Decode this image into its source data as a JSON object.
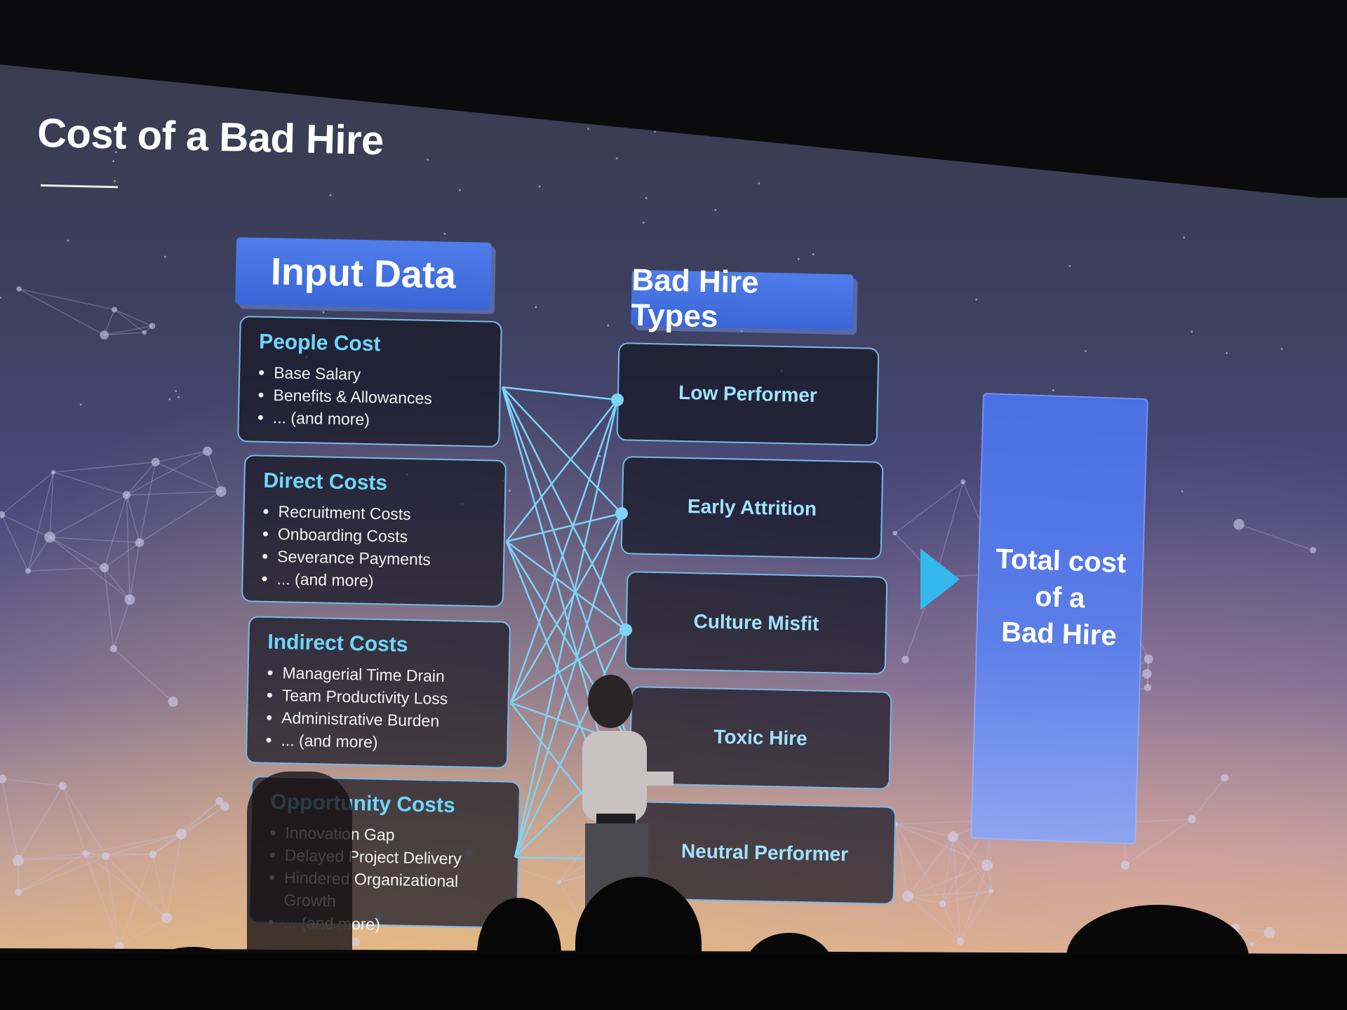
{
  "slide": {
    "title": "Cost of a Bad Hire",
    "input_header": "Input Data",
    "types_header": "Bad Hire Types",
    "input_groups": [
      {
        "title": "People Cost",
        "items": [
          "Base Salary",
          "Benefits & Allowances",
          "... (and more)"
        ]
      },
      {
        "title": "Direct Costs",
        "items": [
          "Recruitment Costs",
          "Onboarding Costs",
          "Severance Payments",
          "... (and more)"
        ]
      },
      {
        "title": "Indirect Costs",
        "items": [
          "Managerial Time Drain",
          "Team Productivity Loss",
          "Administrative Burden",
          "... (and more)"
        ]
      },
      {
        "title": "Opportunity Costs",
        "items": [
          "Innovation Gap",
          "Delayed Project Delivery",
          "Hindered Organizational Growth",
          "... (and more)"
        ]
      }
    ],
    "hire_types": [
      "Low Performer",
      "Early Attrition",
      "Culture Misfit",
      "Toxic Hire",
      "Neutral Performer"
    ],
    "total_lines": [
      "Total cost",
      "of a",
      "Bad Hire"
    ]
  },
  "colors": {
    "accent_blue": "#3a66d8",
    "card_title_cyan": "#6ed6ff",
    "connector_cyan": "#7fd3f5",
    "arrow_blue": "#35b8ee"
  },
  "icons": {
    "arrow": "right-triangle-arrow"
  }
}
